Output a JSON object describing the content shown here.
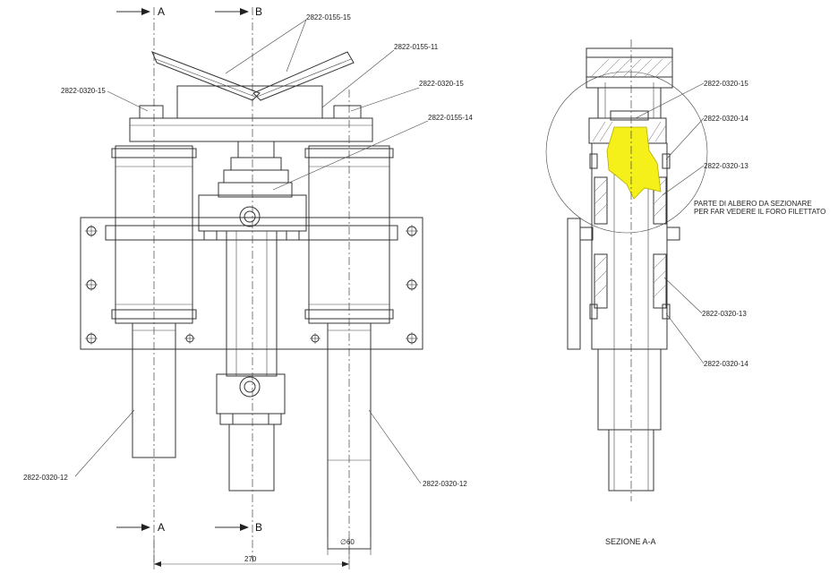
{
  "section_markers": {
    "a_top": "A",
    "b_top": "B",
    "a_bottom": "A",
    "b_bottom": "B"
  },
  "part_labels": {
    "p0155_15": "2822-0155-15",
    "p0155_11": "2822-0155-11",
    "p0320_15_left": "2822-0320-15",
    "p0320_15_right": "2822-0320-15",
    "p0155_14": "2822-0155-14",
    "p0320_12_left": "2822-0320-12",
    "p0320_12_right": "2822-0320-12",
    "sec_p0320_15": "2822-0320-15",
    "sec_p0320_14_top": "2822-0320-14",
    "sec_p0320_13_top": "2822-0320-13",
    "sec_p0320_13_bottom": "2822-0320-13",
    "sec_p0320_14_bottom": "2822-0320-14"
  },
  "note": {
    "line1": "PARTE DI ALBERO DA SEZIONARE",
    "line2": "PER FAR VEDERE IL FORO FILETTATO"
  },
  "dimensions": {
    "diameter": "∅60",
    "width": "270"
  },
  "section_title": "SEZIONE A-A",
  "colors": {
    "highlight": "#f5ef1a",
    "line": "#333333"
  }
}
